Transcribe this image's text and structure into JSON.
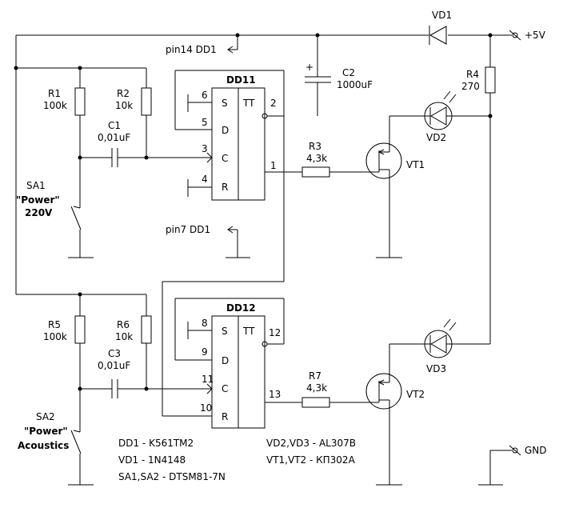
{
  "labels": {
    "vd1": "VD1",
    "plus5v": "+5V",
    "pin14": "pin14 DD1",
    "pin7": "pin7 DD1",
    "c2": "C2",
    "c2_val": "1000uF",
    "c2_plus": "+",
    "r4": "R4",
    "r4_val": "270",
    "r1": "R1",
    "r1_val": "100k",
    "r2": "R2",
    "r2_val": "10k",
    "c1": "C1",
    "c1_val": "0,01uF",
    "dd11": "DD11",
    "dd12": "DD12",
    "sa1": "SA1",
    "sa1_power": "\"Power\"",
    "sa1_220": "220V",
    "r3": "R3",
    "r3_val": "4,3k",
    "vt1": "VT1",
    "vd2": "VD2",
    "r5": "R5",
    "r5_val": "100k",
    "r6": "R6",
    "r6_val": "10k",
    "c3": "C3",
    "c3_val": "0,01uF",
    "sa2": "SA2",
    "sa2_power": "\"Power\"",
    "sa2_acoustics": "Acoustics",
    "r7": "R7",
    "r7_val": "4,3k",
    "vt2": "VT2",
    "vd3": "VD3",
    "gnd": "GND"
  },
  "ff1": {
    "pin_s": "S",
    "pin_d": "D",
    "pin_c": "C",
    "pin_r": "R",
    "pin_tt": "TT",
    "n6": "6",
    "n5": "5",
    "n3": "3",
    "n4": "4",
    "n2": "2",
    "n1": "1"
  },
  "ff2": {
    "pin_s": "S",
    "pin_d": "D",
    "pin_c": "C",
    "pin_r": "R",
    "pin_tt": "TT",
    "n8": "8",
    "n9": "9",
    "n11": "11",
    "n10": "10",
    "n12": "12",
    "n13": "13"
  },
  "parts": {
    "dd1": "DD1 - K561TM2",
    "vd1": "VD1 - 1N4148",
    "sa": "SA1,SA2 - DTSM81-7N",
    "vd23": "VD2,VD3 - AL307B",
    "vt12": "VT1,VT2 - КП302A"
  }
}
